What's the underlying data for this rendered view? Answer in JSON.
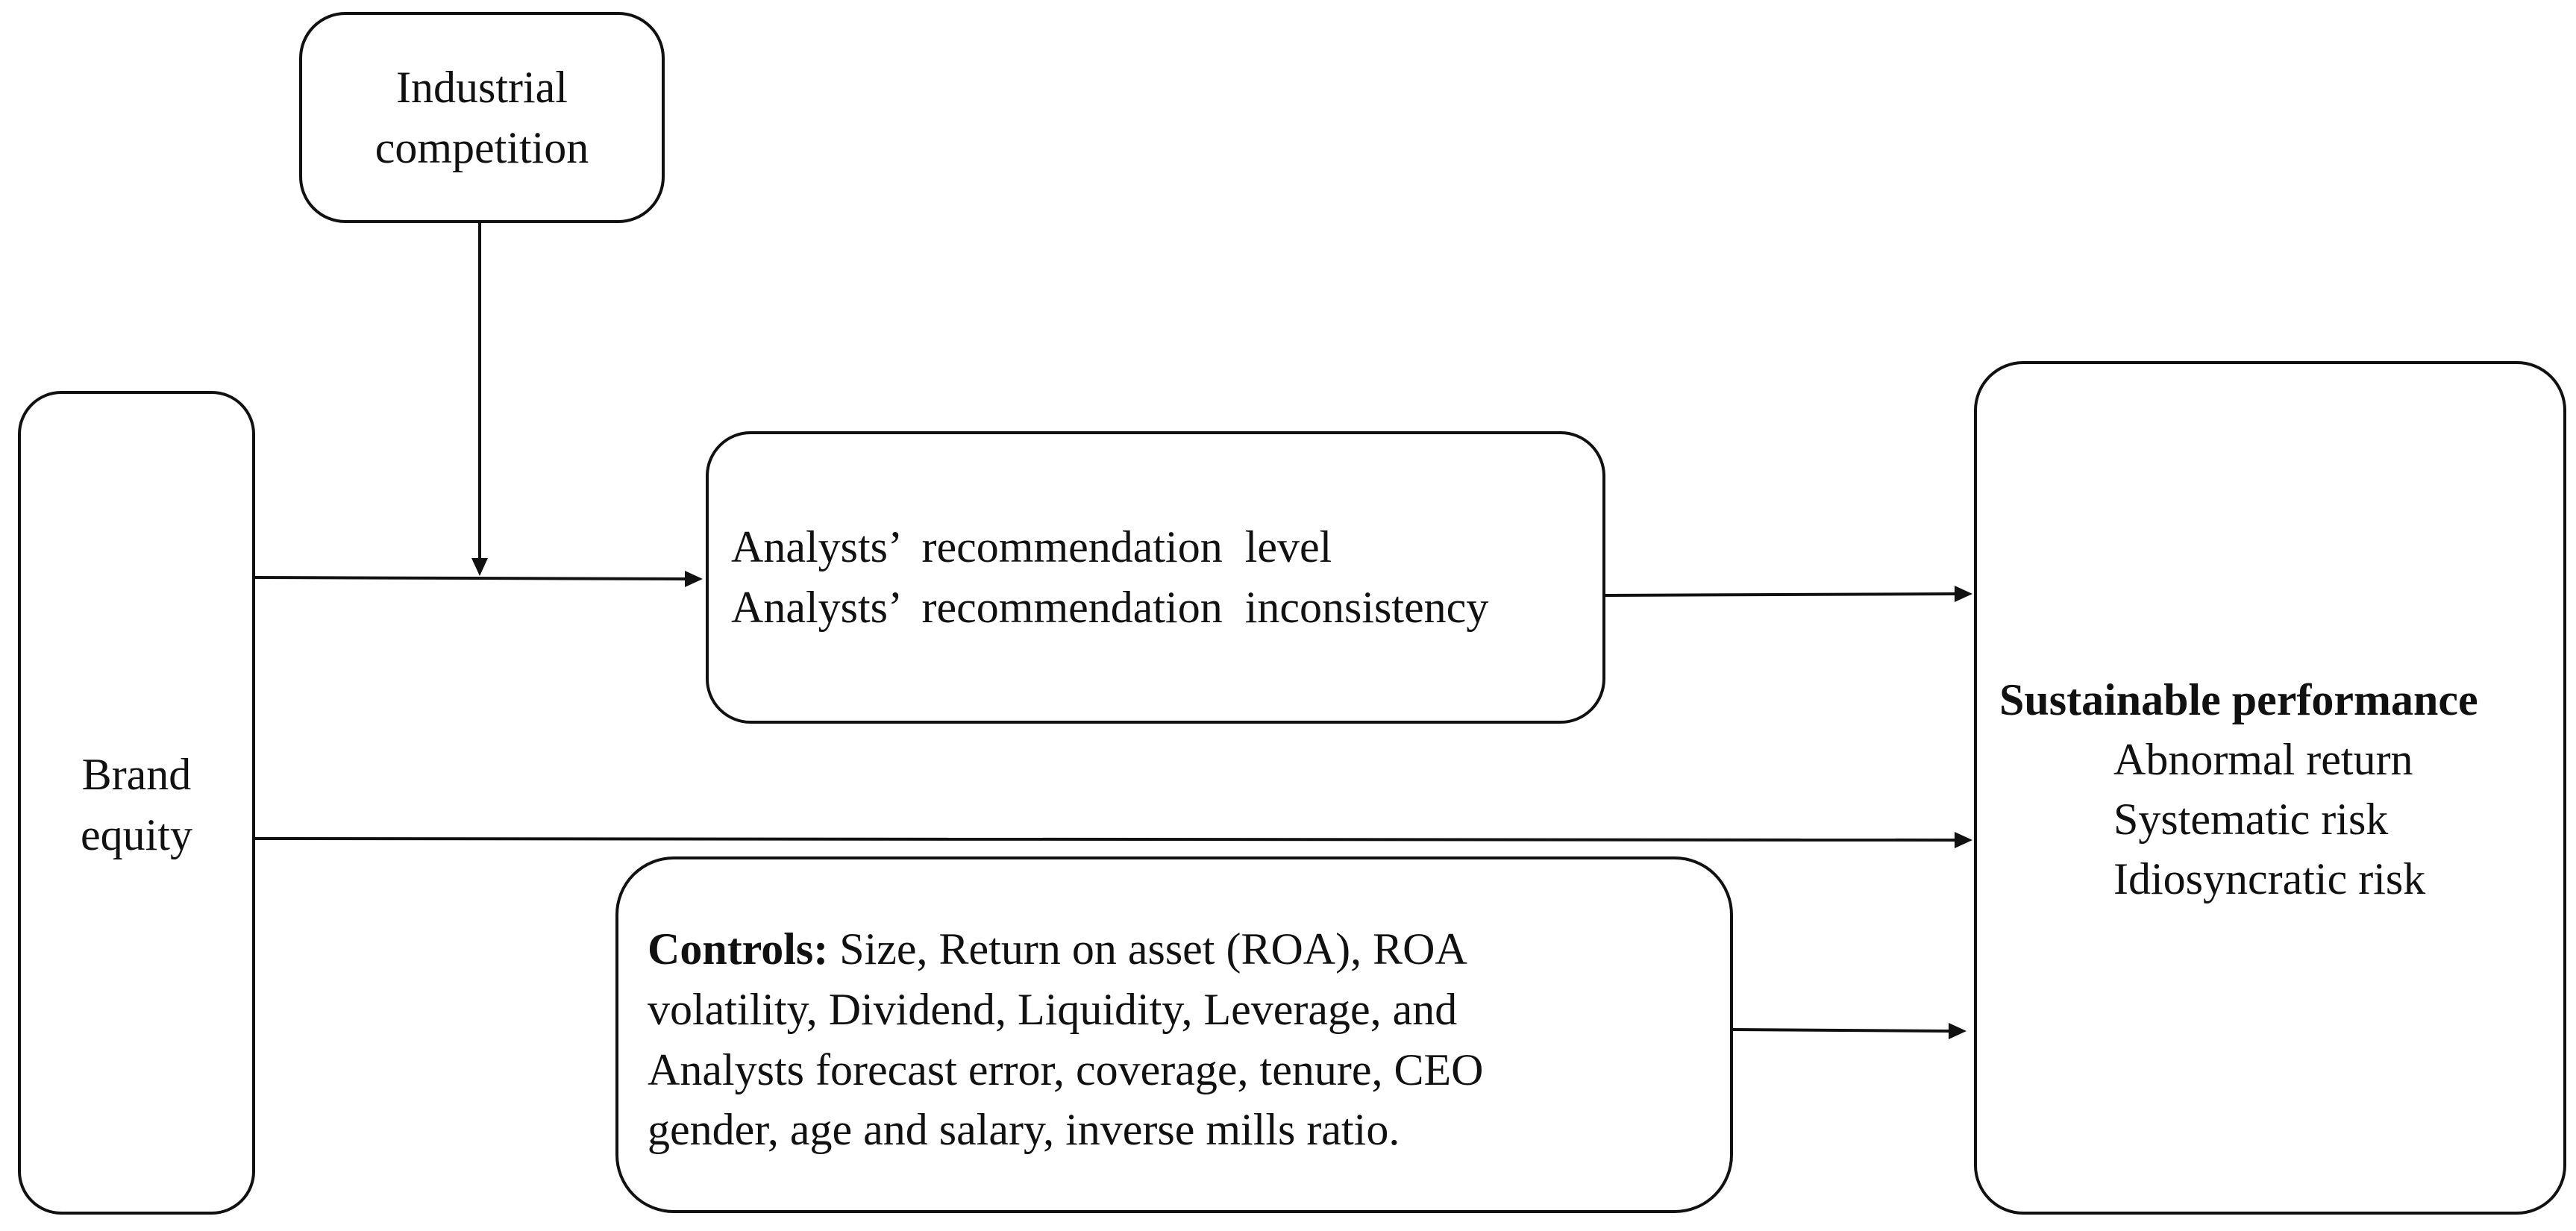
{
  "nodes": {
    "industrial_competition": {
      "lines": [
        "Industrial",
        "competition"
      ]
    },
    "brand_equity": {
      "lines": [
        "Brand",
        "equity"
      ]
    },
    "analysts": {
      "lines": [
        "Analysts’  recommendation  level",
        "Analysts’  recommendation  inconsistency"
      ]
    },
    "controls": {
      "label": "Controls:",
      "lines": [
        " Size, Return on asset (ROA), ROA",
        "volatility, Dividend, Liquidity, Leverage, and",
        "Analysts forecast error, coverage, tenure, CEO",
        "gender, age and salary, inverse mills ratio."
      ]
    },
    "sustainable": {
      "title": "Sustainable performance",
      "items": [
        "Abnormal return",
        "Systematic risk",
        "Idiosyncratic risk"
      ]
    }
  },
  "edges": [
    {
      "from": "industrial_competition",
      "to": "brand_equity-analysts-edge"
    },
    {
      "from": "brand_equity",
      "to": "analysts"
    },
    {
      "from": "analysts",
      "to": "sustainable"
    },
    {
      "from": "brand_equity",
      "to": "sustainable"
    },
    {
      "from": "controls",
      "to": "sustainable"
    }
  ]
}
